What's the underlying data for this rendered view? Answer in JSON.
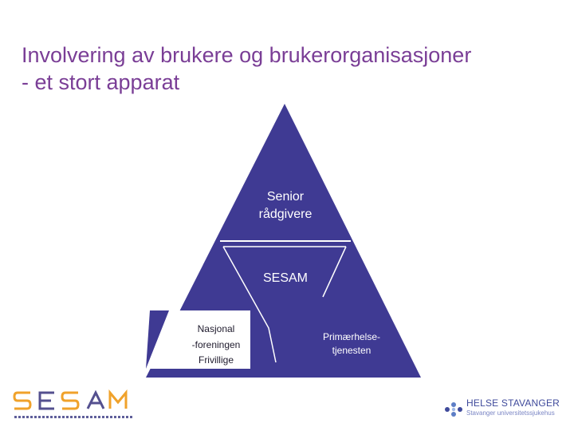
{
  "title": {
    "line1": "Involvering av brukere og brukerorganisasjoner",
    "line2": "- et stort apparat"
  },
  "diagram": {
    "top_label": {
      "line1": "Senior",
      "line2": "rådgivere"
    },
    "middle_label": "SESAM",
    "left_label": {
      "line1": "Nasjonal",
      "line2": "-foreningen",
      "line3": "Frivillige"
    },
    "right_label": {
      "line1": "Primærhelse-",
      "line2": "tjenesten"
    },
    "colors": {
      "triangle": "#3f3a93",
      "lines": "#ffffff"
    }
  },
  "logos": {
    "sesam": {
      "mark": "SESAM"
    },
    "helse_stavanger": {
      "name": "HELSE STAVANGER",
      "subtitle": "Stavanger universitetssjukehus"
    }
  },
  "colors": {
    "title": "#7a3e96",
    "sesam_logo_orange": "#f0a22b",
    "sesam_logo_blue": "#54508f",
    "helse_blue": "#3f4a9b"
  }
}
